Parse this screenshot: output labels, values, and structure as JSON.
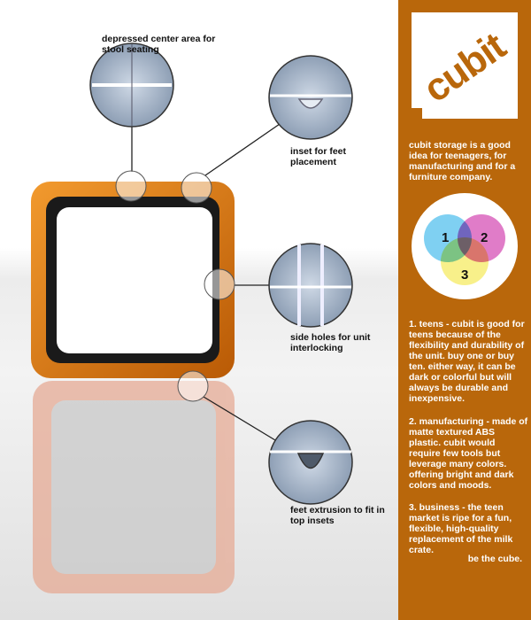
{
  "callouts": [
    {
      "label": "depressed center area for stool seating"
    },
    {
      "label": "inset for feet placement"
    },
    {
      "label": "side holes for unit interlocking"
    },
    {
      "label": "feet extrusion to fit in top insets"
    }
  ],
  "logo": {
    "text": "cubit"
  },
  "intro": "cubit storage is a good idea for teenagers, for manufacturing and for a furniture company.",
  "venn": {
    "labels": [
      "1",
      "2",
      "3"
    ],
    "colors": [
      "#7fd0f2",
      "#e07cc8",
      "#f8f08a"
    ]
  },
  "points": [
    "1. teens - cubit is good for teens because of the flexibility and durability of the unit. buy one or buy ten. either way, it can be dark or colorful but will always be durable and inexpensive.",
    "2. manufacturing - made of matte textured ABS plastic. cubit would require few tools but leverage many colors. offering bright and dark colors and moods.",
    "3. business - the teen market is ripe for a fun, flexible, high-quality replacement of the milk crate."
  ],
  "slogan": "be the cube.",
  "colors": {
    "brand": "#b9670b",
    "cube": "#d9700e",
    "reflection": "#e6ab95"
  }
}
